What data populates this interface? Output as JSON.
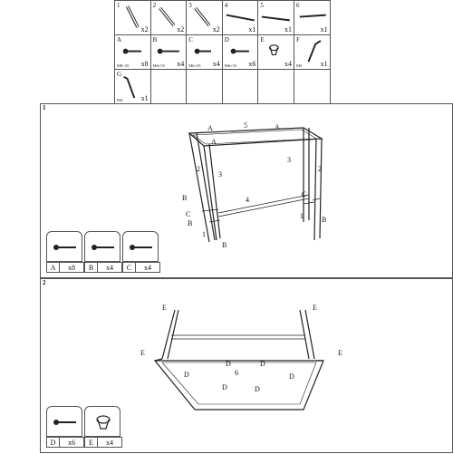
{
  "parts": [
    {
      "id": "1",
      "qty": "x2",
      "size": ""
    },
    {
      "id": "2",
      "qty": "x2",
      "size": ""
    },
    {
      "id": "3",
      "qty": "x2",
      "size": ""
    },
    {
      "id": "4",
      "qty": "x1",
      "size": ""
    },
    {
      "id": "5",
      "qty": "x1",
      "size": ""
    },
    {
      "id": "6",
      "qty": "x1",
      "size": ""
    },
    {
      "id": "A",
      "qty": "x8",
      "size": "M8×35"
    },
    {
      "id": "B",
      "qty": "x4",
      "size": "M6×55"
    },
    {
      "id": "C",
      "qty": "x4",
      "size": "M6×35"
    },
    {
      "id": "D",
      "qty": "x6",
      "size": "M6×53"
    },
    {
      "id": "E",
      "qty": "x4",
      "size": ""
    },
    {
      "id": "F",
      "qty": "x1",
      "size": "M5"
    },
    {
      "id": "G",
      "qty": "x1",
      "size": "M4"
    }
  ],
  "step1": {
    "number": "1",
    "labels": {
      "a_left": "A",
      "five": "5",
      "a_right": "A",
      "a_mid": "A",
      "two_left": "2",
      "three_left": "3",
      "three_right": "3",
      "two_right": "2",
      "b_upper": "B",
      "four": "4",
      "one_right": "1",
      "c_left": "C",
      "c_right": "C",
      "b_left": "B",
      "one_left": "1",
      "b_lower": "B",
      "b_right": "B"
    },
    "legend": [
      {
        "letter": "A",
        "count": "x8"
      },
      {
        "letter": "B",
        "count": "x4"
      },
      {
        "letter": "C",
        "count": "x4"
      }
    ]
  },
  "step2": {
    "number": "2",
    "labels": {
      "e_tl": "E",
      "e_tr": "E",
      "e_ml": "E",
      "e_mr": "E",
      "six": "6",
      "d1": "D",
      "d2": "D",
      "d3": "D",
      "d4": "D",
      "d5": "D",
      "d6": "D"
    },
    "legend": [
      {
        "letter": "D",
        "count": "x6"
      },
      {
        "letter": "E",
        "count": "x4"
      }
    ]
  }
}
